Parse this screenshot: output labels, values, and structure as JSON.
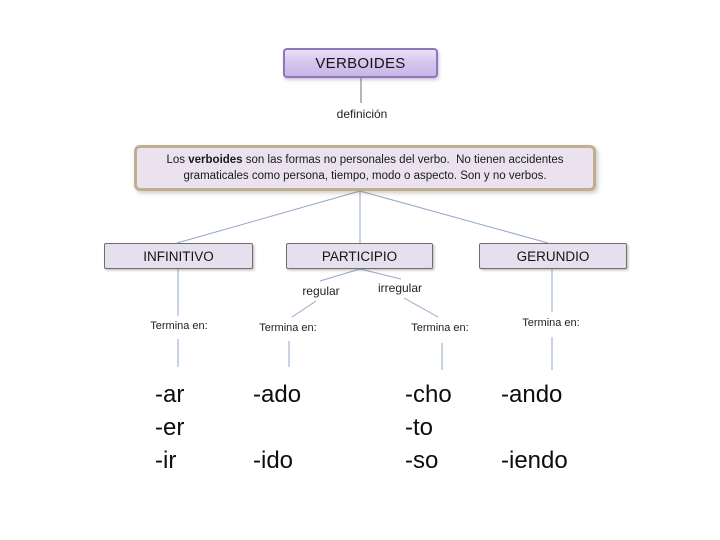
{
  "colors": {
    "root_fill": "#d6c6ee",
    "root_border": "#8e76ba",
    "definition_fill": "#eae2ee",
    "definition_border": "#bfae92",
    "category_fill": "#e6e0ee",
    "category_border": "#6e6e6e",
    "connector_blue": "#92a7c7",
    "connector_gray": "#8f8f8f",
    "text": "#1a1a1a"
  },
  "root": {
    "label": "VERBOIDES"
  },
  "definition_link_label": "definición",
  "definition": {
    "prefix": "Los ",
    "bold": "verboides",
    "rest": " son las formas no personales del verbo.  No tienen accidentes\ngramaticales como persona, tiempo, modo o aspecto. Son y no verbos."
  },
  "branches": [
    {
      "label": "INFINITIVO",
      "termina_label": "Termina en:",
      "endings": [
        "-ar",
        "-er",
        "-ir"
      ]
    },
    {
      "label": "PARTICIPIO",
      "sub": [
        {
          "label": "regular",
          "termina_label": "Termina en:",
          "endings": [
            "-ado",
            "",
            "-ido"
          ]
        },
        {
          "label": "irregular",
          "termina_label": "Termina en:",
          "endings": [
            "-cho",
            "-to",
            "-so"
          ]
        }
      ]
    },
    {
      "label": "GERUNDIO",
      "termina_label": "Termina en:",
      "endings": [
        "-ando",
        "",
        "-iendo"
      ]
    }
  ]
}
